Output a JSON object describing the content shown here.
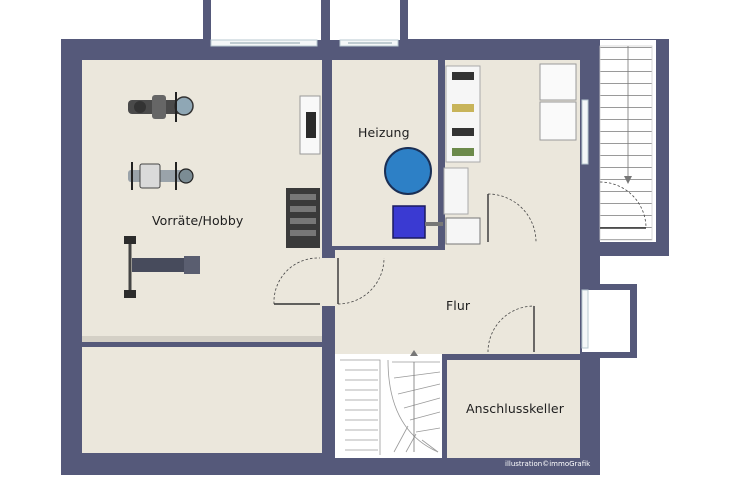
{
  "floor_plan": {
    "rooms": {
      "vorraete_hobby": "Vorräte/Hobby",
      "heizung": "Heizung",
      "flur": "Flur",
      "anschlusskeller": "Anschlusskeller"
    },
    "credit": "illustration©immoGrafik"
  },
  "colors": {
    "wall": "#55597a",
    "floor": "#ebe7dc",
    "boiler": "#2d80c6",
    "heating_unit": "#3a3ad2"
  },
  "icons": [
    "exercise-bike-icon",
    "rowing-machine-icon",
    "weight-bench-icon",
    "sink-icon",
    "dumbbell-rack-icon",
    "boiler-icon",
    "heating-unit-icon",
    "shoe-rack-icon",
    "washing-machine-icon",
    "dryer-icon",
    "staircase-icon"
  ]
}
